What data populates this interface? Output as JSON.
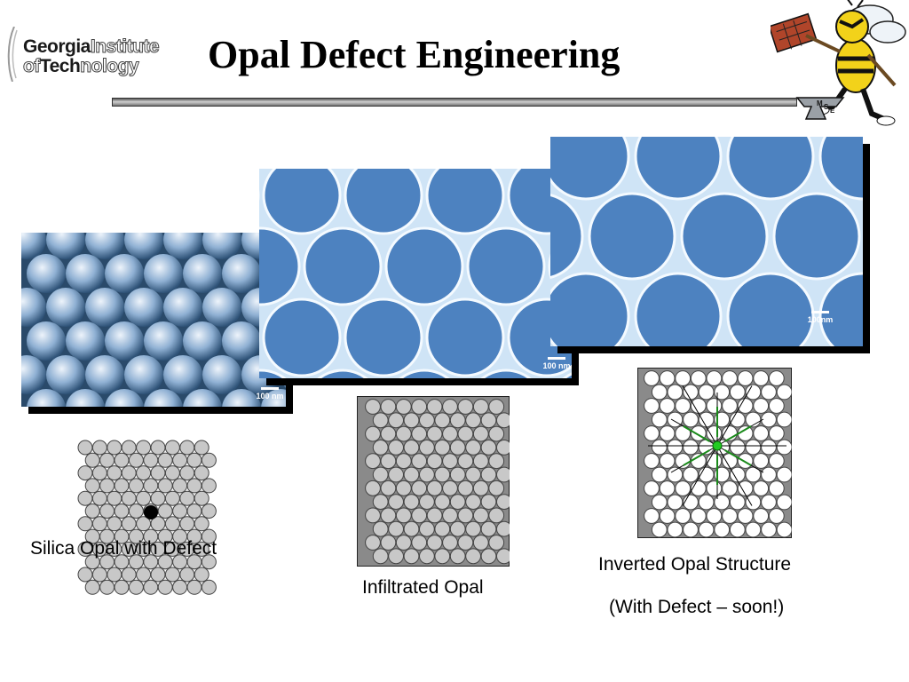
{
  "header": {
    "title": "Opal Defect Engineering",
    "logo": {
      "line1_bold": "Georgia",
      "line1_light": "Institute",
      "line2_bold_a": "of",
      "line2_bold_b": "Tech",
      "line2_light": "nology"
    },
    "mascot_badge": {
      "m": "M",
      "s": "S",
      "e": "E"
    }
  },
  "images": {
    "silica_sem": {
      "scale_label": "100 nm"
    },
    "infiltrated_sem": {
      "scale_label": "100 nm"
    },
    "inverted_sem": {
      "scale_label": "100nm"
    }
  },
  "captions": {
    "silica": "Silica Opal with Defect",
    "infiltrated": "Infiltrated Opal",
    "inverted_line1": "Inverted Opal Structure",
    "inverted_line2": "(With Defect – soon!)"
  },
  "colors": {
    "sem_blue": "#4d82c0",
    "sphere_gray": "#c8c8c8",
    "infiltrate_gray": "#8a8a8a",
    "defect_green": "#22cc22"
  }
}
